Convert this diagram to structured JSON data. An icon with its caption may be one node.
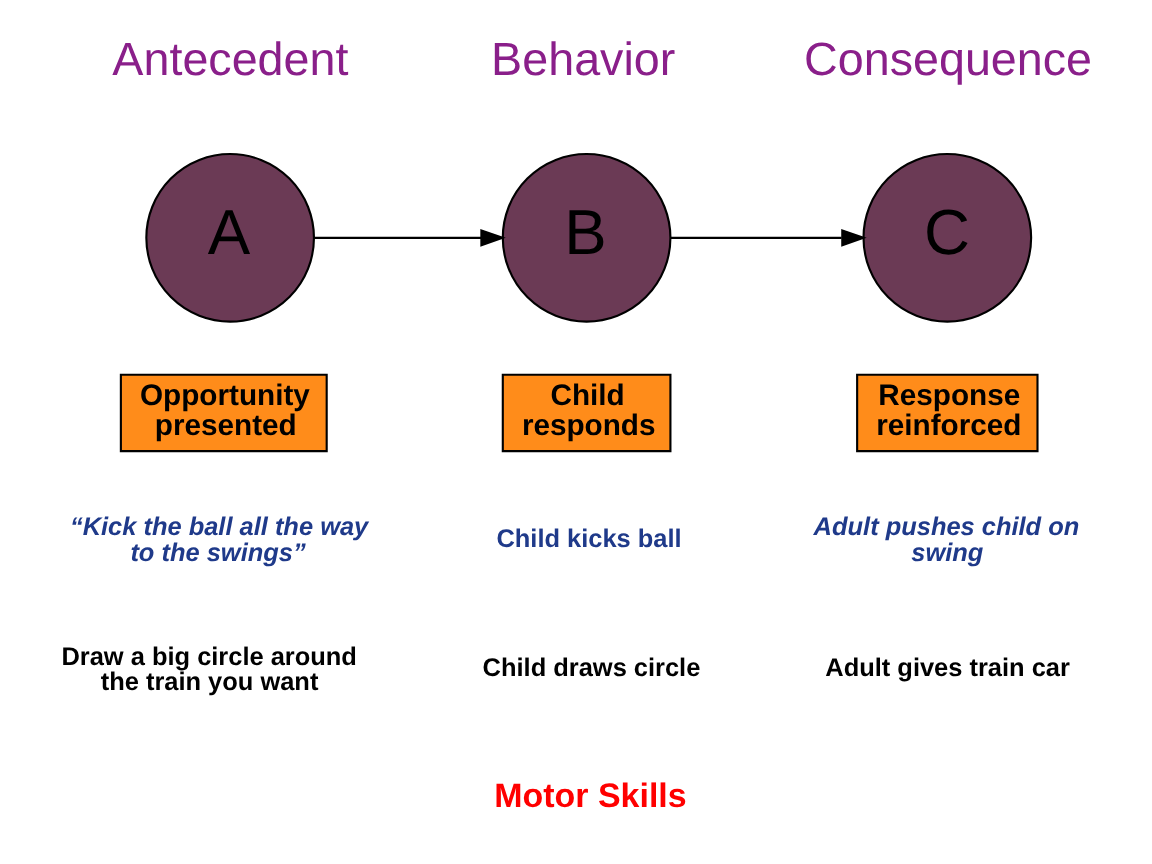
{
  "diagram": {
    "nodes": [
      {
        "text": [
          "A"
        ],
        "beside": [
          "Antecedent"
        ]
      },
      {
        "text": [
          "B"
        ],
        "beside": [
          "Behavior"
        ]
      },
      {
        "text": [
          "C"
        ],
        "beside": [
          "Consequence"
        ]
      },
      {
        "text": [
          "Opportunity presented"
        ]
      },
      {
        "text": [
          "Child responds"
        ]
      },
      {
        "text": [
          "Response reinforced"
        ]
      }
    ],
    "edges": [
      {
        "from": 0,
        "to": 1,
        "arrow": "to"
      },
      {
        "from": 1,
        "to": 2,
        "arrow": "to"
      }
    ],
    "labels": [
      "“Kick the ball all the way to the swings”",
      "Child kicks ball",
      "Adult pushes child on swing",
      "Draw a big circle around the train you want",
      "Child draws circle",
      "Adult gives train car",
      "Motor Skills"
    ]
  }
}
